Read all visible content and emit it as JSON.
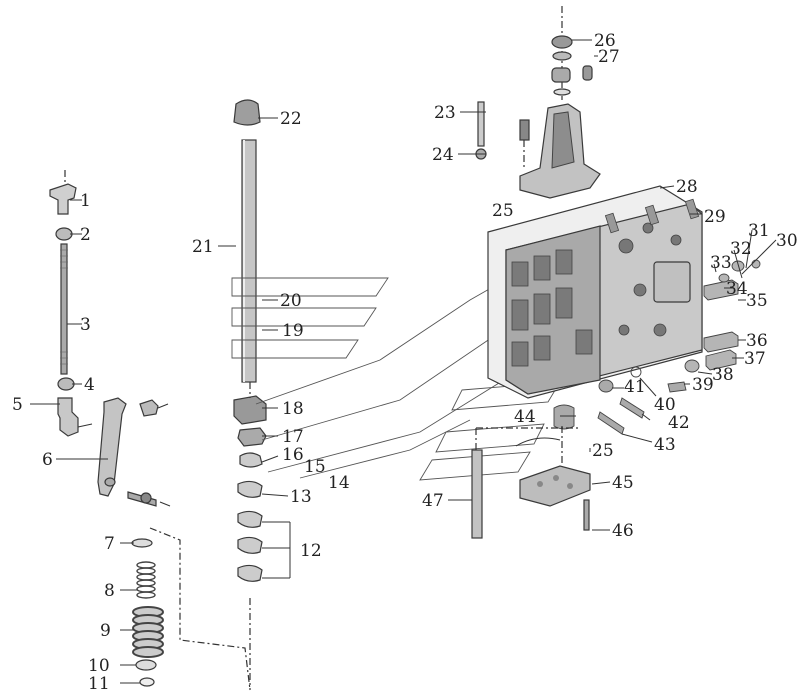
{
  "diagram": {
    "labels": [
      "1",
      "2",
      "3",
      "4",
      "5",
      "6",
      "7",
      "8",
      "9",
      "10",
      "11",
      "12",
      "13",
      "14",
      "15",
      "16",
      "17",
      "18",
      "19",
      "20",
      "21",
      "22",
      "23",
      "24",
      "25",
      "25",
      "26",
      "27",
      "28",
      "29",
      "30",
      "31",
      "32",
      "33",
      "34",
      "35",
      "36",
      "37",
      "38",
      "39",
      "40",
      "41",
      "42",
      "43",
      "44",
      "45",
      "46",
      "47"
    ]
  },
  "colors": {
    "part_fill": "#d9d9d9",
    "part_dark": "#8a8a8a",
    "line": "#333333",
    "background": "#ffffff"
  }
}
